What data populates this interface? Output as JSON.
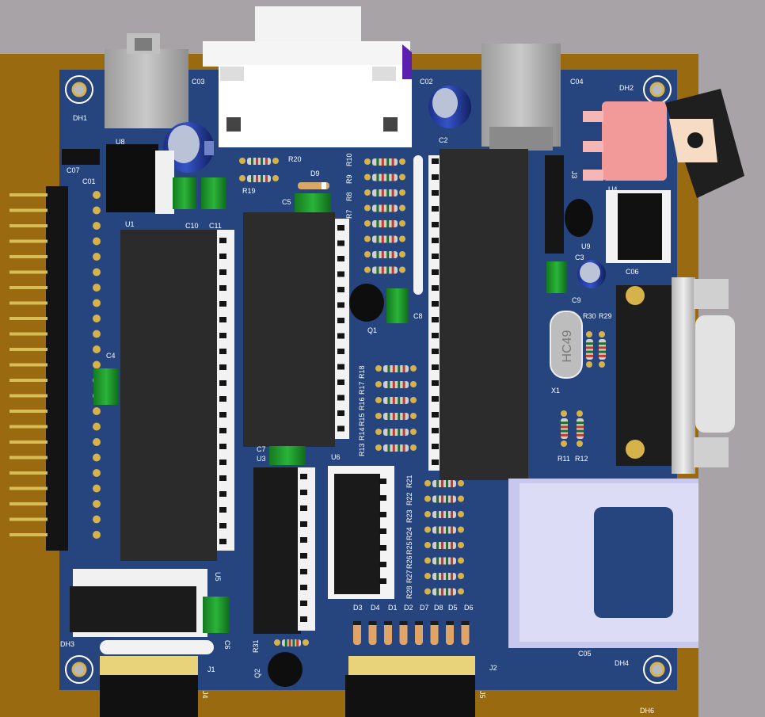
{
  "board": {
    "colors": {
      "background": "#a7a3a6",
      "substrate": "#9a6a10",
      "soldermask": "#26447e",
      "silkscreen": "#ffffff",
      "ic_body": "#2b2b2b",
      "capacitor_green": "#1f9a2a",
      "gold": "#d6b24a"
    }
  },
  "labels": {
    "c03": "C03",
    "c02": "C02",
    "c04": "C04",
    "dh2": "DH2",
    "dh1": "DH1",
    "u8": "U8",
    "c07": "C07",
    "c01": "C01",
    "r20": "R20",
    "r19": "R19",
    "d9": "D9",
    "r10": "R10",
    "r9": "R9",
    "r8": "R8",
    "r7": "R7",
    "c2": "C2",
    "j3": "J3",
    "u4": "U4",
    "u9": "U9",
    "c06": "C06",
    "c3": "C3",
    "c9": "C9",
    "c5": "C5",
    "c10": "C10",
    "c11": "C11",
    "u1": "U1",
    "c4": "C4",
    "q1": "Q1",
    "c8": "C8",
    "r30": "R30",
    "r29": "R29",
    "x1": "X1",
    "r11": "R11",
    "r12": "R12",
    "r18": "R18",
    "r17": "R17",
    "r16": "R16",
    "r15": "R15",
    "r14": "R14",
    "r13": "R13",
    "c7": "C7",
    "u3": "U3",
    "u6": "U6",
    "r21": "R21",
    "r22": "R22",
    "r23": "R23",
    "r24": "R24",
    "r25": "R25",
    "r26": "R26",
    "r27": "R27",
    "r28": "R28",
    "u5": "U5",
    "c6": "C6",
    "dh3": "DH3",
    "j1": "J1",
    "j4": "J4",
    "j5": "J5",
    "j2": "J2",
    "q2": "Q2",
    "r31": "R31",
    "d3": "D3",
    "d4": "D4",
    "d1": "D1",
    "d2": "D2",
    "d7": "D7",
    "d8": "D8",
    "d5": "D5",
    "d6": "D6",
    "c05": "C05",
    "dh4": "DH4",
    "dh6": "DH6"
  },
  "crystal": {
    "marking": "HC49"
  }
}
